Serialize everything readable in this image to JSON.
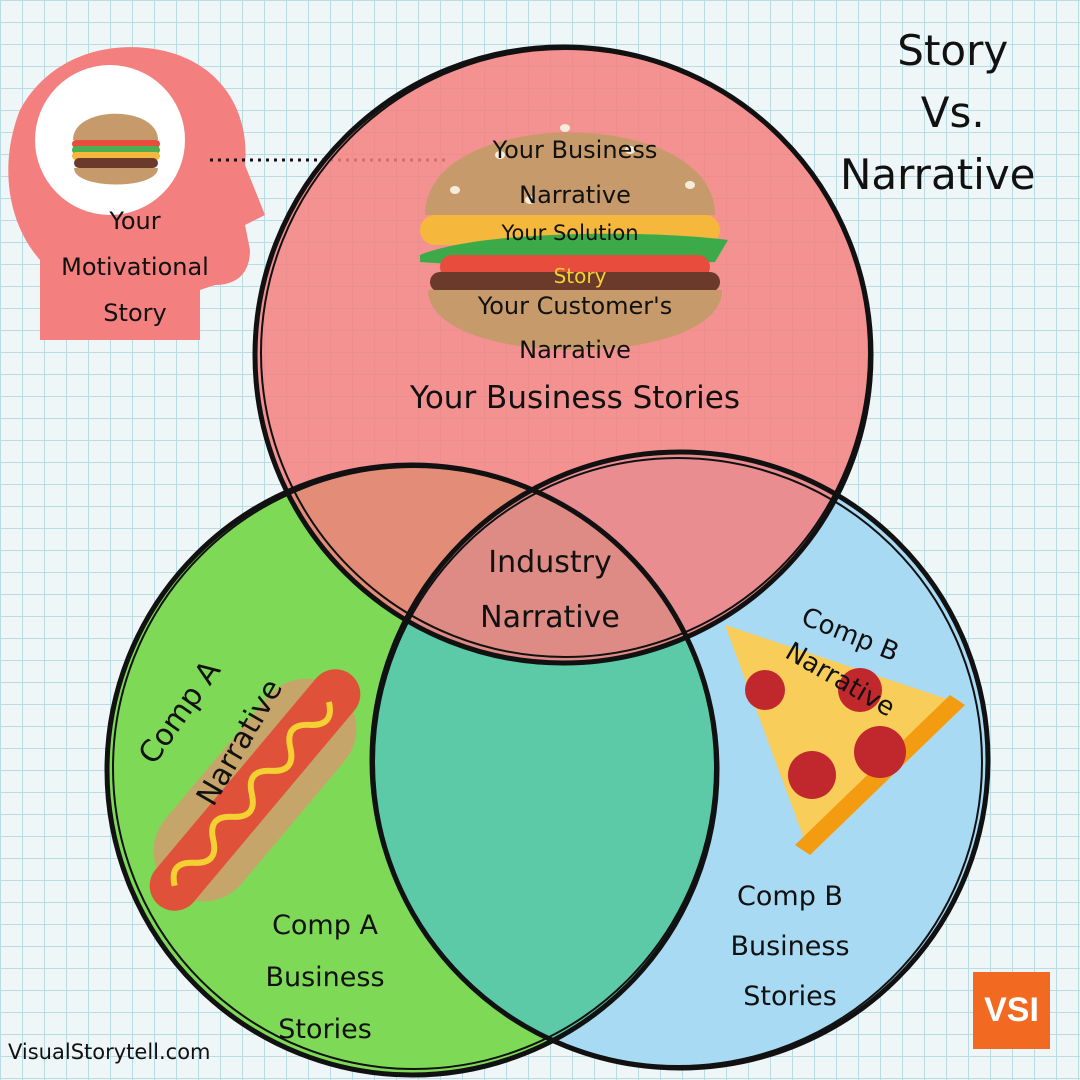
{
  "title": {
    "line1": "Story",
    "line2": "Vs.",
    "line3": "Narrative"
  },
  "head": {
    "line1": "Your",
    "line2": "Motivational",
    "line3": "Story"
  },
  "burger": {
    "top_bun": "Your Business",
    "top_bun_2": "Narrative",
    "cheese": "Your Solution",
    "tomato": "Story",
    "bottom_bun": "Your Customer's",
    "bottom_bun_2": "Narrative"
  },
  "circles": {
    "red_label": "Your Business Stories",
    "center_label_1": "Industry",
    "center_label_2": "Narrative",
    "green_hotdog_1": "Comp A",
    "green_hotdog_2": "Narrative",
    "green_label_1": "Comp A",
    "green_label_2": "Business",
    "green_label_3": "Stories",
    "blue_pizza_1": "Comp B",
    "blue_pizza_2": "Narrative",
    "blue_label_1": "Comp B",
    "blue_label_2": "Business",
    "blue_label_3": "Stories"
  },
  "footer": {
    "website": "VisualStorytell.com",
    "logo": "VSI"
  },
  "colors": {
    "red": "#f47f7f",
    "green": "#7ed957",
    "blue": "#a9daf3",
    "teal": "#5cc9a7",
    "logo": "#f26a21"
  }
}
